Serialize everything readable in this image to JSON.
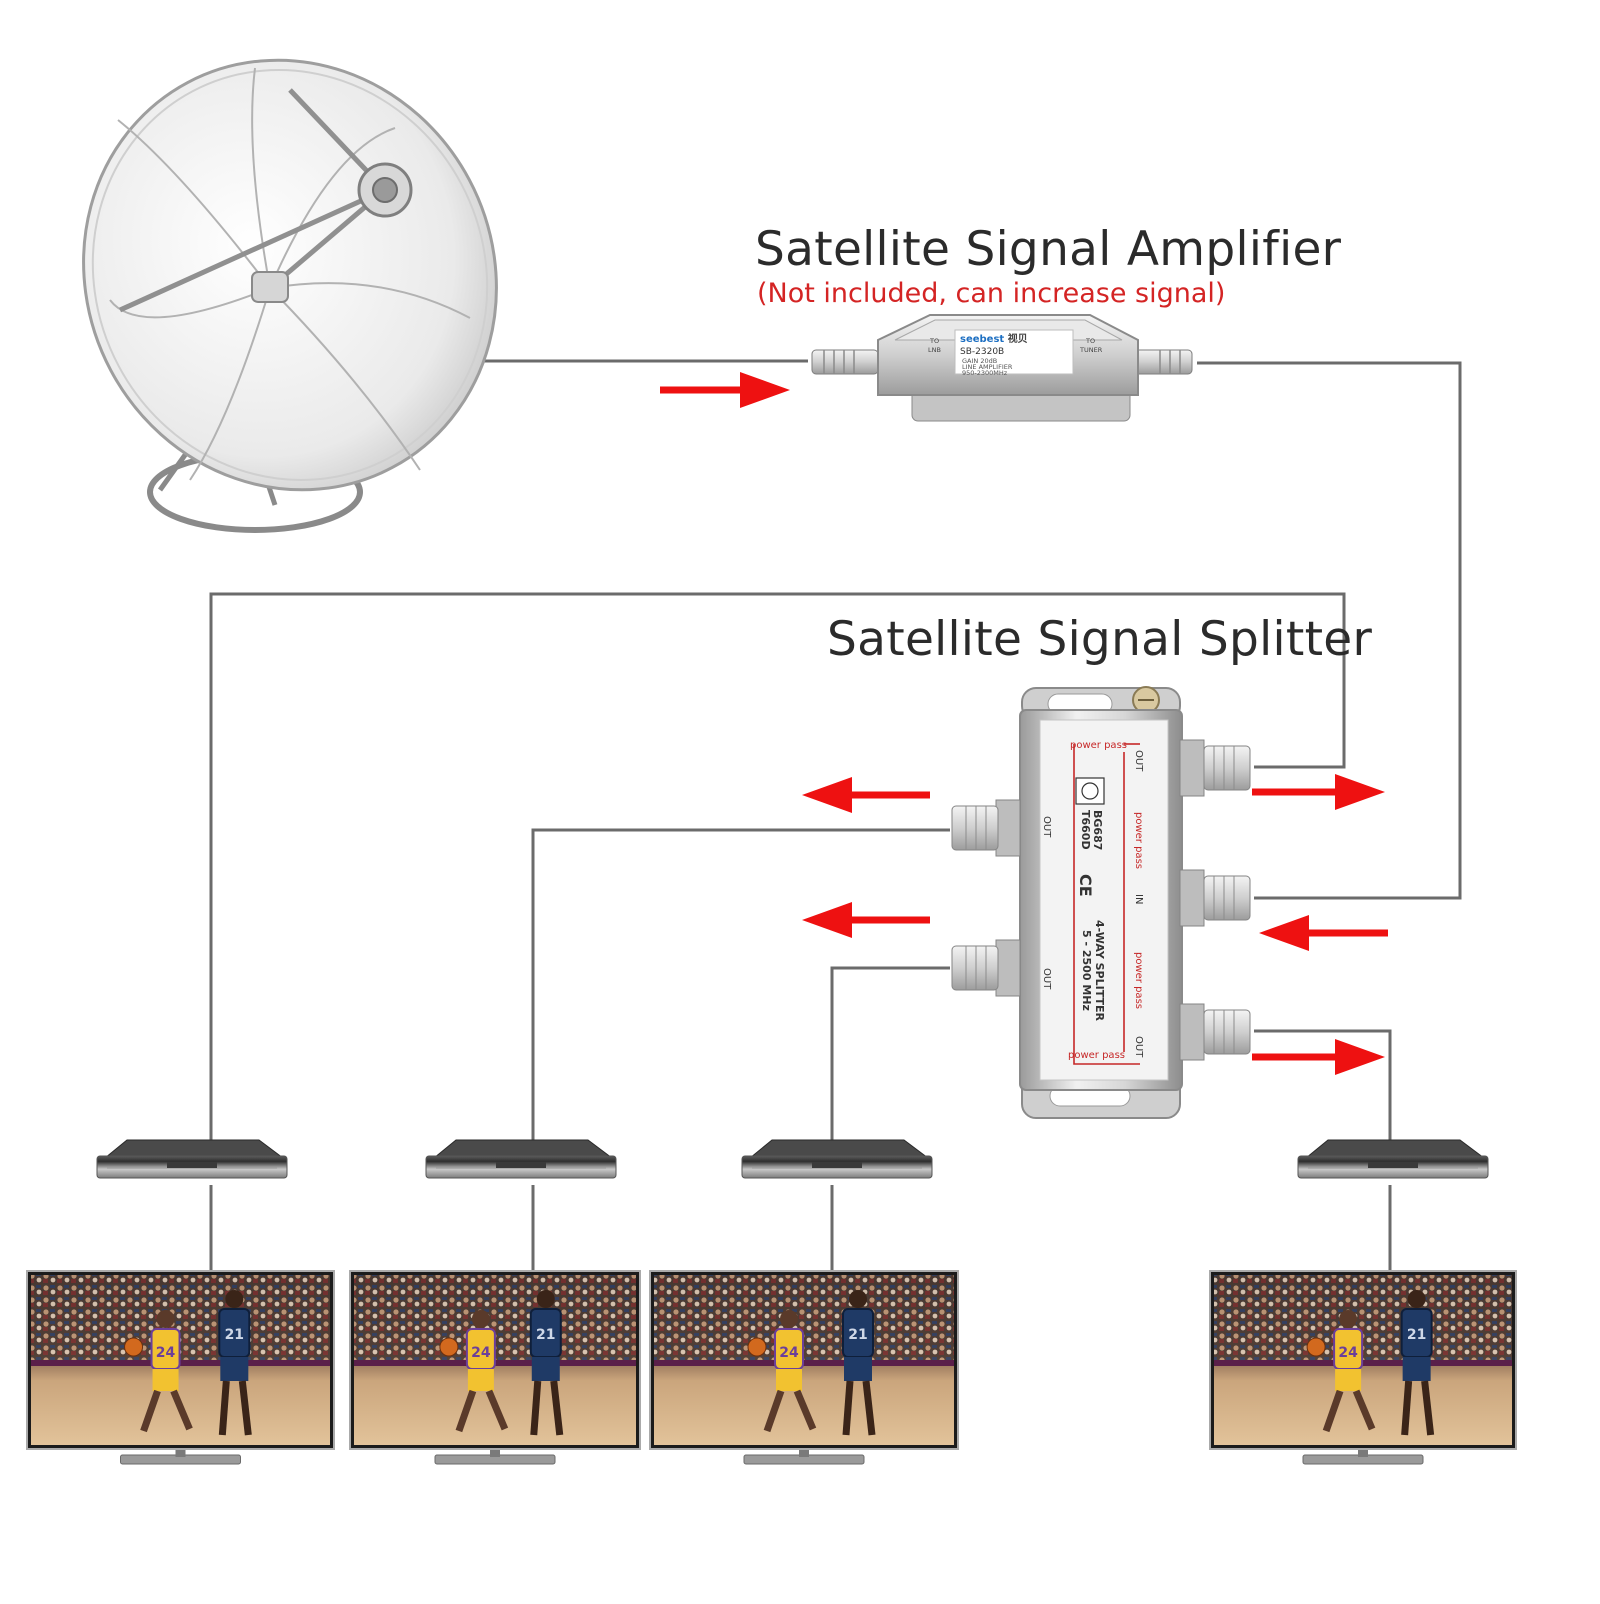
{
  "amplifier": {
    "title": "Satellite Signal Amplifier",
    "note": "(Not included, can increase signal)",
    "brand": "seebest",
    "brand_suffix": "视贝",
    "model": "SB-2320B",
    "left_label_1": "TO",
    "left_label_2": "LNB",
    "right_label_1": "TO",
    "right_label_2": "TUNER",
    "spec_1": "GAIN 20dB",
    "spec_2": "LINE AMPLIFIER",
    "spec_3": "950-2300MHz"
  },
  "splitter": {
    "title": "Satellite Signal Splitter",
    "power_pass": "power pass",
    "out_label": "OUT",
    "in_label": "IN",
    "model_1": "BG687",
    "model_2": "T660D",
    "ce_mark": "CE",
    "type_label": "4-WAY SPLITTER",
    "freq_label": "5 - 2500 MHz"
  },
  "tv_player_jerseys": [
    "24",
    "21"
  ],
  "colors": {
    "arrow": "#ee1111",
    "cable": "#6b6b6b",
    "note_text": "#d42424",
    "title_text": "#2b2b2b",
    "splitter_text": "#c62828"
  },
  "icons": [
    "satellite-dish-icon",
    "amplifier-device",
    "splitter-device",
    "receiver-box-icon",
    "television-icon"
  ]
}
